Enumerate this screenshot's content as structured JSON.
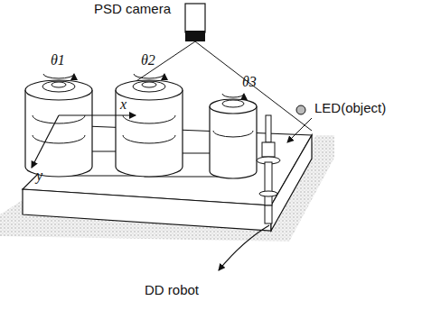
{
  "diagram": {
    "labels": [
      "PSD camera",
      "θ1",
      "θ2",
      "θ3",
      "x",
      "y",
      "LED(object)",
      "DD robot"
    ]
  }
}
